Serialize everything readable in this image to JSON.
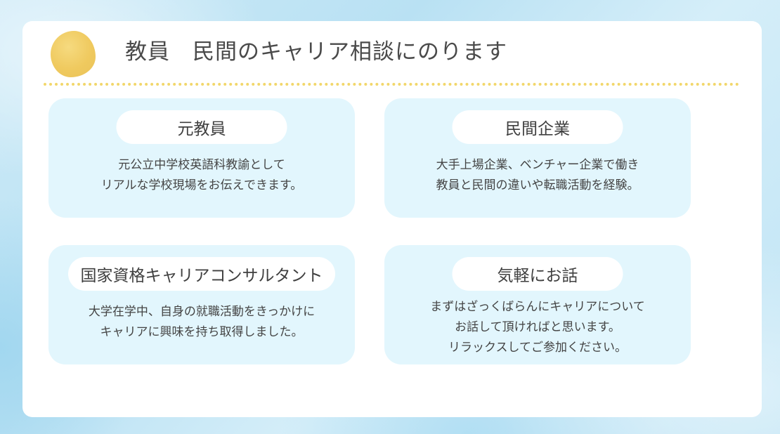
{
  "header": {
    "title": "教員　民間のキャリア相談にのります"
  },
  "sections": [
    {
      "label": "元教員",
      "lines": [
        "元公立中学校英語科教諭として",
        "リアルな学校現場をお伝えできます。"
      ]
    },
    {
      "label": "民間企業",
      "lines": [
        "大手上場企業、ベンチャー企業で働き",
        "教員と民間の違いや転職活動を経験。"
      ]
    },
    {
      "label": "国家資格キャリアコンサルタント",
      "lines": [
        "大学在学中、自身の就職活動をきっかけに",
        "キャリアに興味を持ち取得しました。"
      ]
    },
    {
      "label": "気軽にお話",
      "lines": [
        "まずはざっくばらんにキャリアについて",
        "お話して頂ければと思います。",
        "リラックスしてご参加ください。"
      ]
    }
  ],
  "colors": {
    "accent_yellow": "#eec551",
    "box_background": "#e2f6fd",
    "divider": "#f2d76b"
  }
}
